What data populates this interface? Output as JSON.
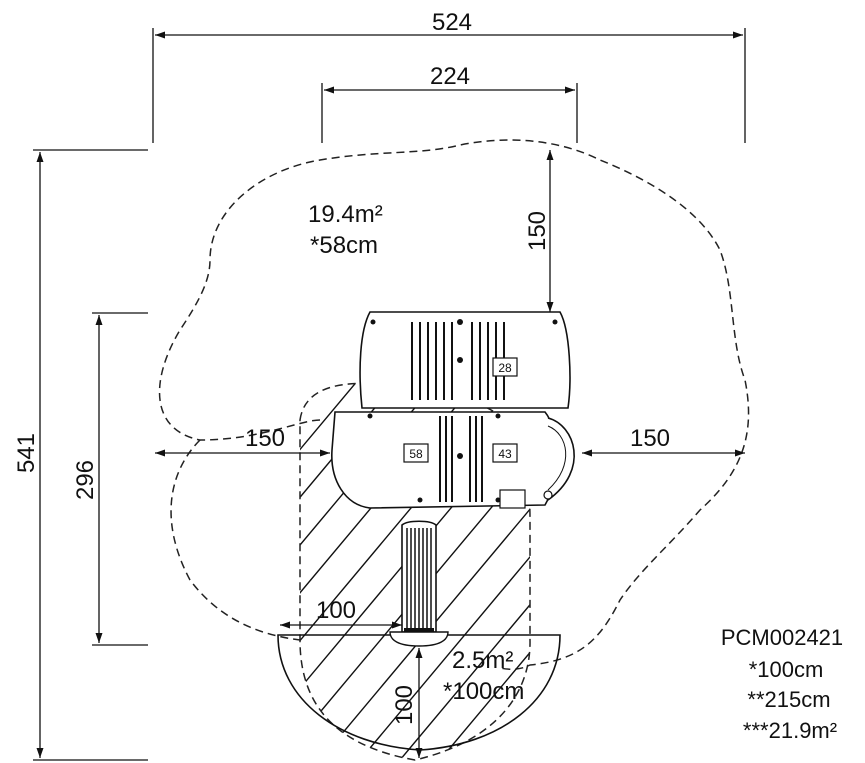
{
  "dimensions": {
    "total_width": "524",
    "inner_width": "224",
    "top_clearance": "150",
    "total_height": "541",
    "inner_height": "296",
    "left_clearance": "150",
    "right_clearance": "150",
    "bottom_left_offset": "100",
    "bottom_depth": "100"
  },
  "area_labels": {
    "main_area": "19.4m²",
    "main_depth": "*58cm",
    "fall_area": "2.5m²",
    "fall_depth": "*100cm"
  },
  "platform_tags": {
    "tag_a": "28",
    "tag_b": "58",
    "tag_c": "43"
  },
  "product_info": {
    "code": "PCM002421",
    "line1": "*100cm",
    "line2": "**215cm",
    "line3": "***21.9m²"
  }
}
